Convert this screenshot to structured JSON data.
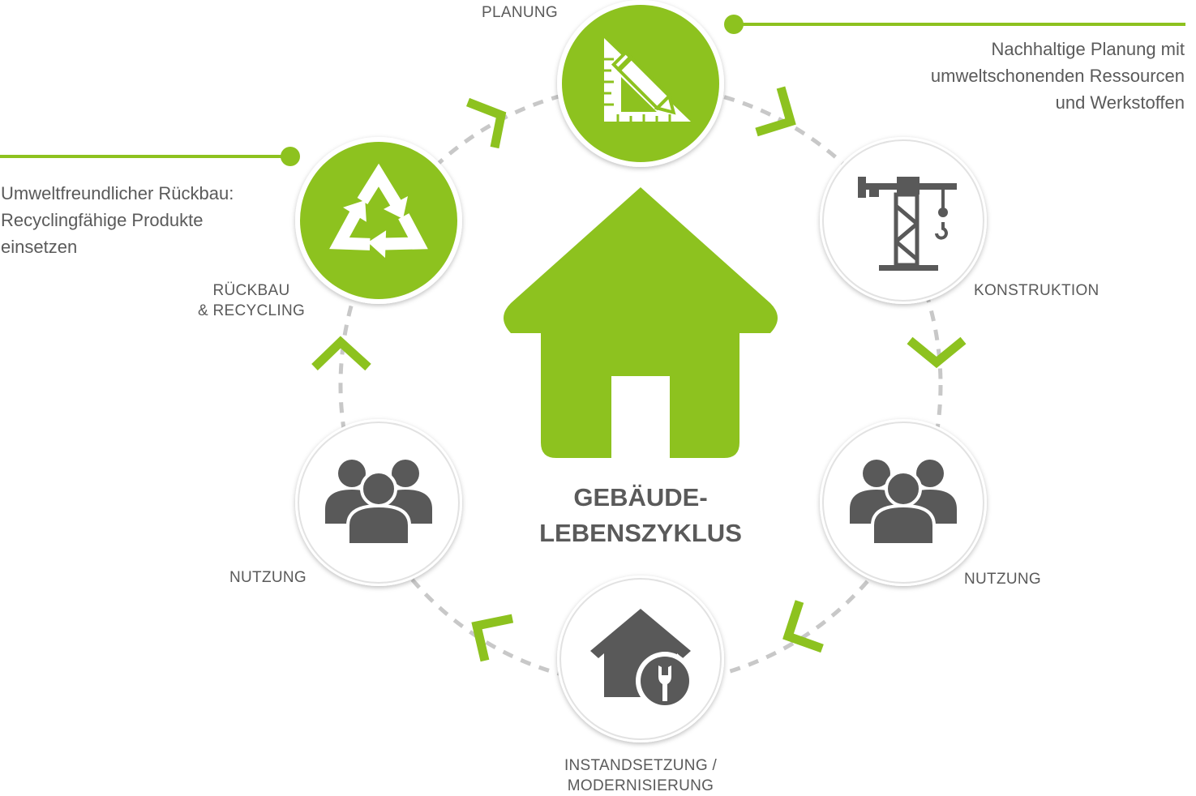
{
  "center": {
    "title_lines": [
      "GEBÄUDE-",
      "LEBENSZYKLUS"
    ]
  },
  "stages": [
    {
      "id": "planung",
      "lines": [
        "PLANUNG"
      ],
      "icon": "drafting-triangle-pencil-icon",
      "highlight": true
    },
    {
      "id": "konstruktion",
      "lines": [
        "KONSTRUKTION"
      ],
      "icon": "crane-icon",
      "highlight": false
    },
    {
      "id": "nutzung-right",
      "lines": [
        "NUTZUNG"
      ],
      "icon": "people-group-icon",
      "highlight": false
    },
    {
      "id": "instandsetzung",
      "lines": [
        "INSTANDSETZUNG /",
        "MODERNISIERUNG"
      ],
      "icon": "house-wrench-icon",
      "highlight": false
    },
    {
      "id": "nutzung-left",
      "lines": [
        "NUTZUNG"
      ],
      "icon": "people-group-icon",
      "highlight": false
    },
    {
      "id": "rueckbau",
      "lines": [
        "RÜCKBAU",
        "& RECYCLING"
      ],
      "icon": "recycle-icon",
      "highlight": true
    }
  ],
  "notes": {
    "planung": [
      "Nachhaltige Planung  mit",
      "umweltschonenden Ressourcen",
      "und Werkstoffen"
    ],
    "rueckbau": [
      "Umweltfreundlicher Rückbau:",
      "Recyclingfähige Produkte",
      "einsetzen"
    ]
  },
  "colors": {
    "accent_green": "#8dc21f",
    "icon_gray": "#595959",
    "dash_gray": "#c8c8c8",
    "circle_border": "#dddddd",
    "text_gray": "#5a5a5a"
  }
}
